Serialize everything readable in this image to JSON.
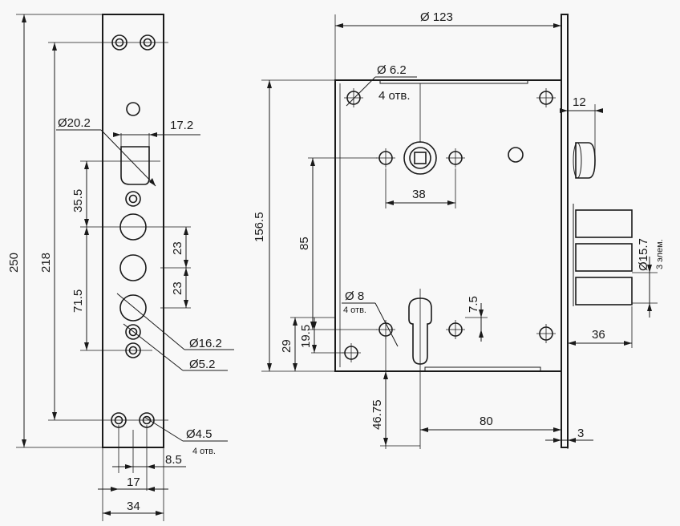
{
  "left_view": {
    "dims": {
      "overall_height": "250",
      "holes_spacing": "218",
      "upper_offset": "35.5",
      "lower_offset": "71.5",
      "step_a": "23",
      "step_b": "23",
      "plate_width": "34",
      "hole_spacing_x": "17",
      "hole_offset_x": "8.5",
      "notch_width": "17.2",
      "d_notch": "Ø20.2",
      "d_big": "Ø16.2",
      "d_small": "Ø5.2",
      "d_screw": "Ø4.5",
      "screw_count": "4 отв."
    }
  },
  "right_view": {
    "dims": {
      "width": "Ø 123",
      "d_mount": "Ø 6.2",
      "mount_count": "4 отв.",
      "faceplate_offset": "12",
      "height": "156.5",
      "spindle_height": "85",
      "spindle_spacing": "38",
      "d_bolt_holes": "Ø 8",
      "bolt_holes_count": "4 отв.",
      "cyl_offset": "7.5",
      "low_a": "19.5",
      "low_b": "29",
      "bolt_diameter": "Ø15.7",
      "bolt_count": "3 элем.",
      "bolt_projection": "36",
      "backset": "80",
      "below_depth": "46.75",
      "faceplate_thickness": "3"
    }
  }
}
